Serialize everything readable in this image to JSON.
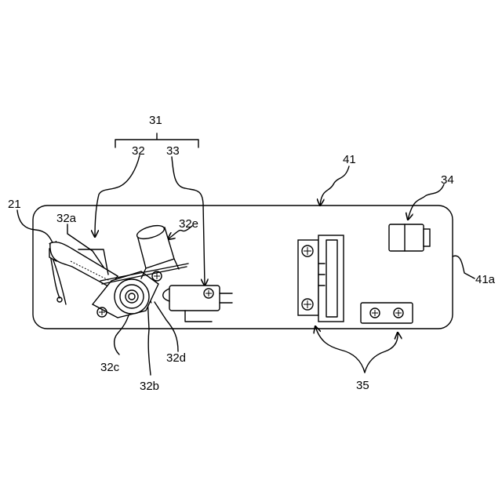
{
  "labels": {
    "l31": "31",
    "l32": "32",
    "l33": "33",
    "l41": "41",
    "l34": "34",
    "l21": "21",
    "l32a": "32a",
    "l32e": "32e",
    "l41a": "41a",
    "l32c": "32c",
    "l32b": "32b",
    "l32d": "32d",
    "l35": "35"
  }
}
